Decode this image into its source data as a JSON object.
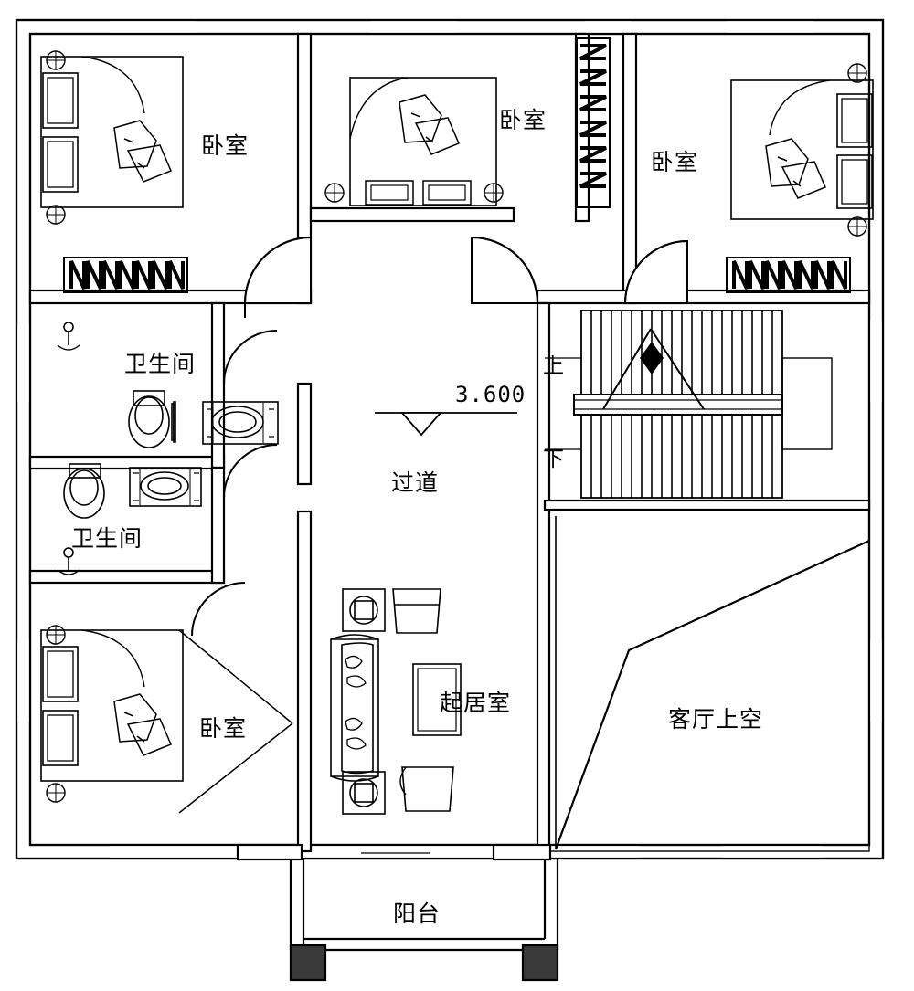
{
  "drawing": {
    "type": "architectural-floor-plan",
    "floor": "second-floor",
    "elevation_marker": "3.600",
    "stroke_color": "#000000",
    "background_color": "#ffffff"
  },
  "labels": {
    "bedroom_top_left": "卧室",
    "bedroom_top_middle": "卧室",
    "bedroom_top_right": "卧室",
    "bedroom_bottom_left": "卧室",
    "bathroom_upper": "卫生间",
    "bathroom_lower": "卫生间",
    "hallway": "过道",
    "living_room_void": "客厅上空",
    "sitting_room": "起居室",
    "balcony": "阳台",
    "stair_up": "上",
    "stair_down": "下",
    "elevation": "3.600"
  }
}
